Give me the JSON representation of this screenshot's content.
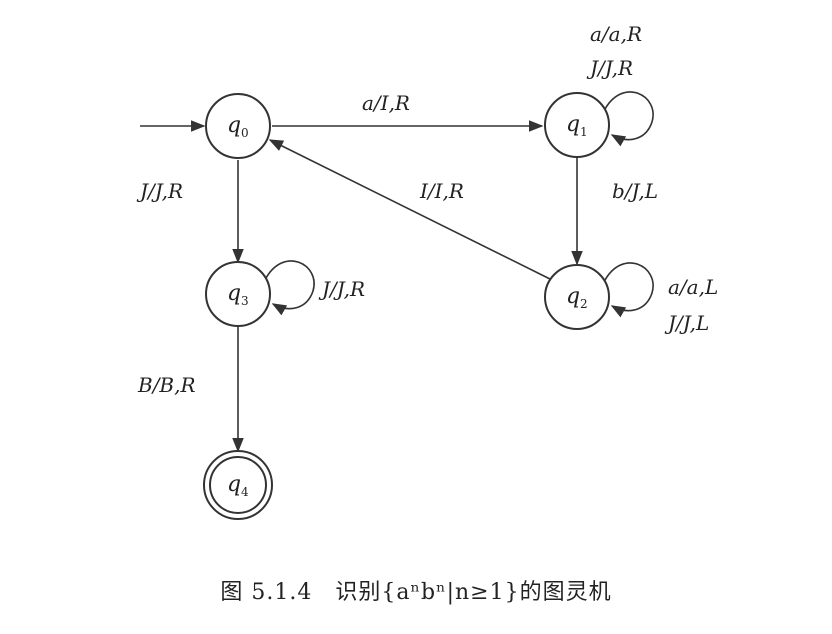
{
  "states": [
    {
      "id": "q0",
      "letter": "q",
      "sub": "0",
      "accepting": false
    },
    {
      "id": "q1",
      "letter": "q",
      "sub": "1",
      "accepting": false
    },
    {
      "id": "q2",
      "letter": "q",
      "sub": "2",
      "accepting": false
    },
    {
      "id": "q3",
      "letter": "q",
      "sub": "3",
      "accepting": false
    },
    {
      "id": "q4",
      "letter": "q",
      "sub": "4",
      "accepting": true
    }
  ],
  "start_state": "q0",
  "transitions": [
    {
      "from": "q0",
      "to": "q1",
      "label": "a/I,R"
    },
    {
      "from": "q1",
      "to": "q1",
      "label": "a/a,R"
    },
    {
      "from": "q1",
      "to": "q1",
      "label": "J/J,R"
    },
    {
      "from": "q1",
      "to": "q2",
      "label": "b/J,L"
    },
    {
      "from": "q2",
      "to": "q0",
      "label": "I/I,R"
    },
    {
      "from": "q2",
      "to": "q2",
      "label": "a/a,L"
    },
    {
      "from": "q2",
      "to": "q2",
      "label": "J/J,L"
    },
    {
      "from": "q0",
      "to": "q3",
      "label": "J/J,R"
    },
    {
      "from": "q3",
      "to": "q3",
      "label": "J/J,R"
    },
    {
      "from": "q3",
      "to": "q4",
      "label": "B/B,R"
    }
  ],
  "caption": "图 5.1.4　识别{aⁿbⁿ|n≥1}的图灵机",
  "colors": {
    "stroke": "#333333",
    "text": "#222222",
    "background": "#ffffff"
  }
}
